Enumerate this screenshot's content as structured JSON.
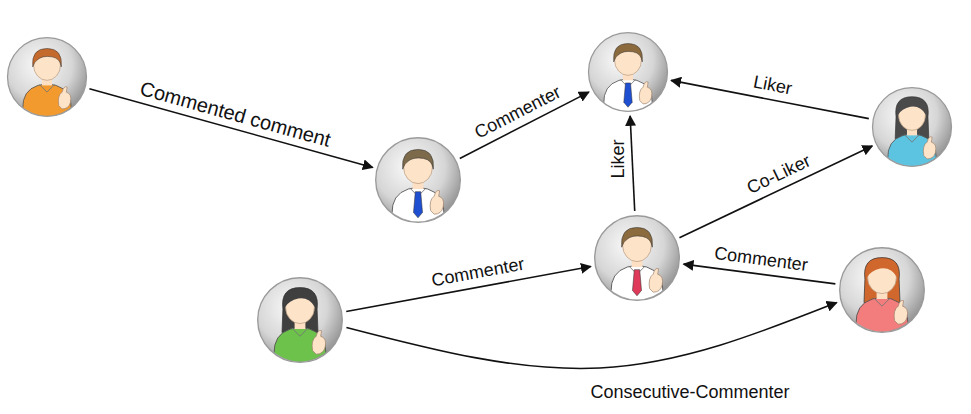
{
  "diagram": {
    "nodes": [
      {},
      {},
      {},
      {},
      {},
      {},
      {}
    ],
    "edges": [
      {
        "from": 0,
        "to": 3,
        "arrow": "to",
        "label": "Commented comment"
      },
      {
        "from": 3,
        "to": 1,
        "arrow": "to",
        "label": "Commenter"
      },
      {
        "from": 2,
        "to": 1,
        "arrow": "to",
        "label": "Liker"
      },
      {
        "from": 4,
        "to": 1,
        "arrow": "to",
        "label": "Liker"
      },
      {
        "from": 4,
        "to": 2,
        "arrow": "to",
        "label": "Co-Liker"
      },
      {
        "from": 5,
        "to": 4,
        "arrow": "to",
        "label": "Commenter"
      },
      {
        "from": 6,
        "to": 4,
        "arrow": "to",
        "label": "Commenter"
      },
      {
        "from": 5,
        "to": 6,
        "arrow": "to",
        "label": "Consecutive-Commenter"
      }
    ]
  }
}
